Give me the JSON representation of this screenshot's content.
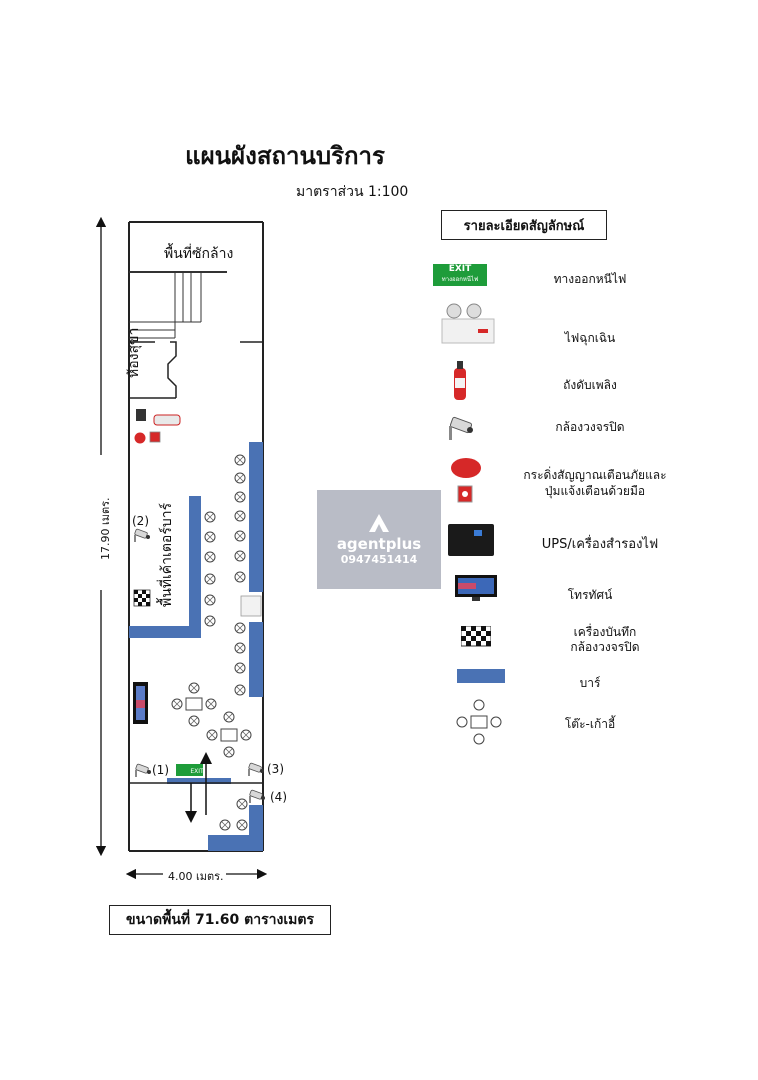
{
  "header": {
    "title": "แผนผังสถานบริการ",
    "scale": "มาตราส่วน 1:100"
  },
  "plan": {
    "laundry_label": "พื้นที่ซักล้าง",
    "toilet_label": "ห้องสุขา",
    "counter_label": "พื้นที่เค้าเตอร์บาร์",
    "height_label": "17.90 เมตร.",
    "width_label": "4.00 เมตร.",
    "exit_sign_text": "EXIT",
    "camera_labels": [
      "(1)",
      "(2)",
      "(3)",
      "(4)"
    ]
  },
  "legend": {
    "heading": "รายละเอียดสัญลักษณ์",
    "items": [
      {
        "icon": "exit-sign-icon",
        "label": "ทางออกหนีไฟ",
        "sign_text": "EXIT",
        "sign_sub": "ทางออกหนีไฟ"
      },
      {
        "icon": "emergency-light-icon",
        "label": "ไฟฉุกเฉิน"
      },
      {
        "icon": "fire-extinguisher-icon",
        "label": "ถังดับเพลิง"
      },
      {
        "icon": "cctv-camera-icon",
        "label": "กล้องวงจรปิด"
      },
      {
        "icon": "alarm-bell-icon",
        "label_line1": "กระดิ่งสัญญาณเตือนภัยและ",
        "label_line2": "ปุ่มแจ้งเตือนด้วยมือ"
      },
      {
        "icon": "ups-icon",
        "label": "UPS/เครื่องสำรองไฟ"
      },
      {
        "icon": "tv-icon",
        "label": "โทรทัศน์"
      },
      {
        "icon": "dvr-recorder-icon",
        "label_line1": "เครื่องบันทึก",
        "label_line2": "กล้องวงจรปิด"
      },
      {
        "icon": "bar-counter-icon",
        "label": "บาร์"
      },
      {
        "icon": "table-chairs-icon",
        "label": "โต๊ะ-เก้าอี้"
      }
    ]
  },
  "footer": {
    "area": "ขนาดพื้นที่  71.60  ตารางเมตร"
  },
  "watermark": {
    "name": "agentplus",
    "phone": "0947451414"
  },
  "colors": {
    "bar": "#4a72b4",
    "red": "#d62828",
    "exit_green": "#1e9c3a",
    "watermark_bg": "#b9bcc6"
  }
}
